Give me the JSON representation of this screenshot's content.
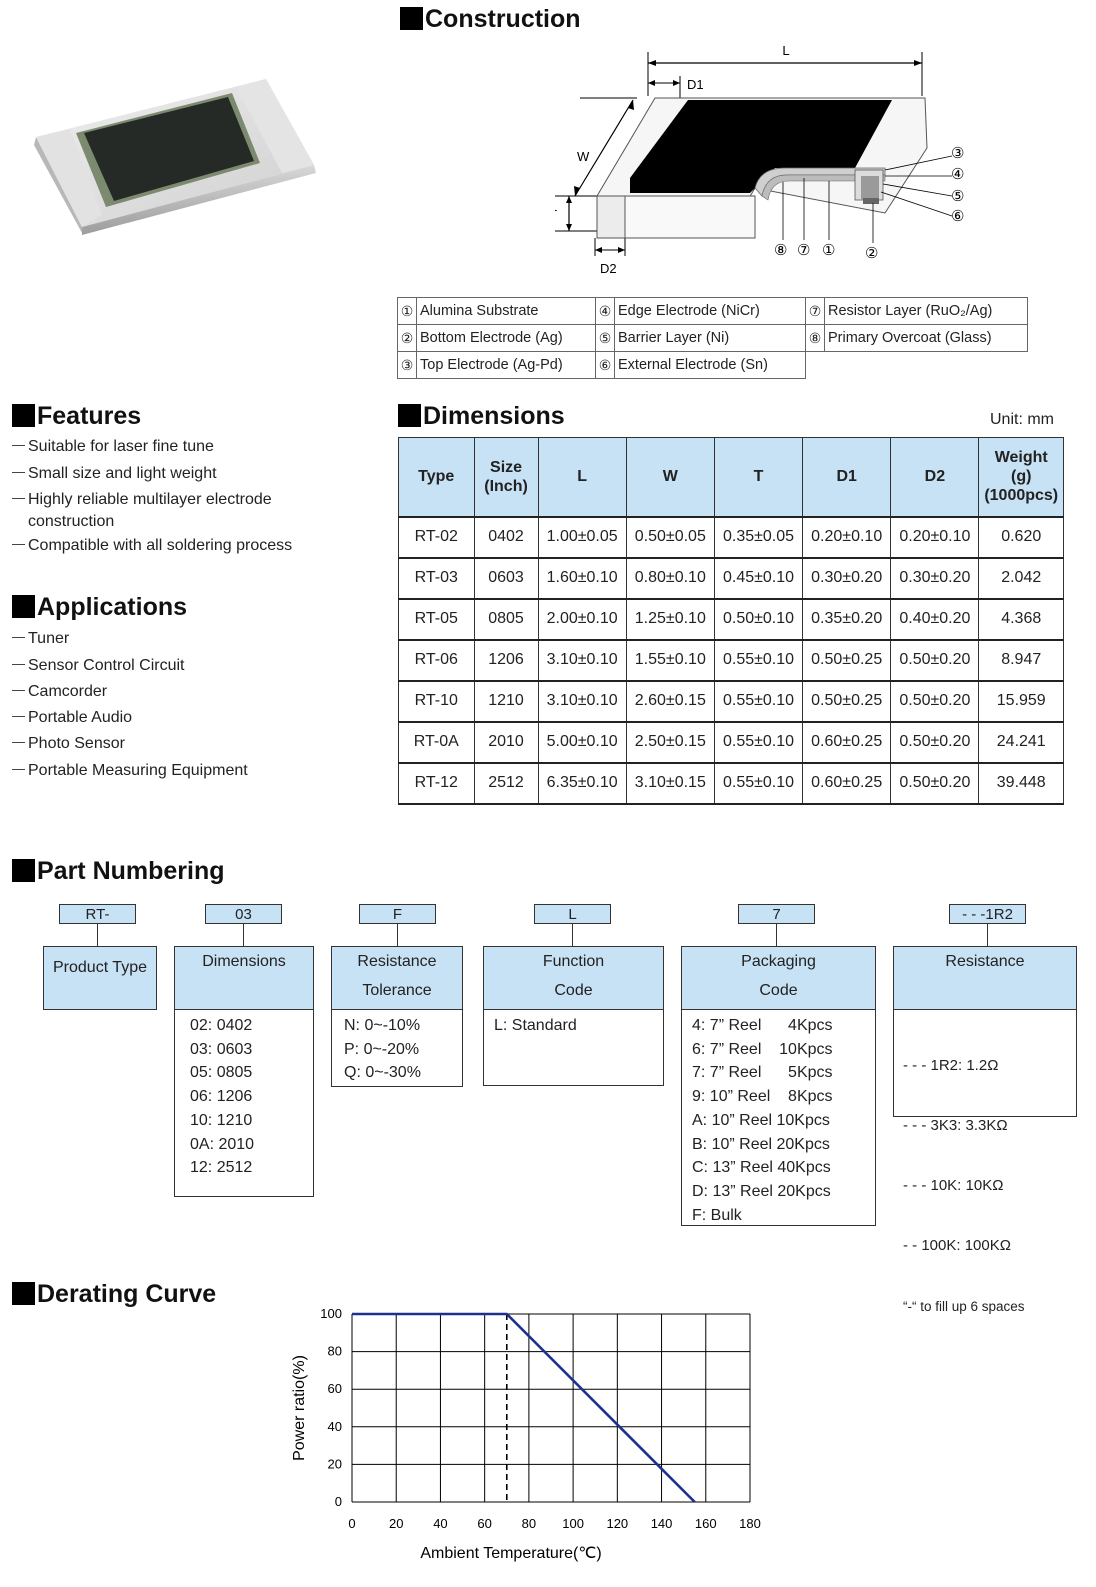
{
  "construction": {
    "title": "Construction",
    "dim_labels": {
      "L": "L",
      "W": "W",
      "T": "T",
      "D1": "D1",
      "D2": "D2"
    },
    "callouts": {
      "c1": "①",
      "c2": "②",
      "c3": "③",
      "c4": "④",
      "c5": "⑤",
      "c6": "⑥",
      "c7": "⑦",
      "c8": "⑧"
    },
    "legend": [
      [
        {
          "num": "①",
          "text": "Alumina Substrate"
        },
        {
          "num": "④",
          "text": "Edge Electrode (NiCr)"
        },
        {
          "num": "⑦",
          "text": "Resistor Layer (RuO₂/Ag)"
        }
      ],
      [
        {
          "num": "②",
          "text": "Bottom Electrode (Ag)"
        },
        {
          "num": "⑤",
          "text": "Barrier Layer (Ni)"
        },
        {
          "num": "⑧",
          "text": "Primary Overcoat (Glass)"
        }
      ],
      [
        {
          "num": "③",
          "text": "Top Electrode (Ag-Pd)"
        },
        {
          "num": "⑥",
          "text": "External Electrode (Sn)"
        }
      ]
    ]
  },
  "features": {
    "title": "Features",
    "items": [
      "Suitable for laser fine tune",
      "Small size and light weight",
      "Highly reliable multilayer electrode",
      "construction",
      "Compatible with all soldering process"
    ]
  },
  "applications": {
    "title": "Applications",
    "items": [
      "Tuner",
      "Sensor Control Circuit",
      "Camcorder",
      "Portable Audio",
      "Photo Sensor",
      "Portable Measuring Equipment"
    ]
  },
  "dimensions": {
    "title": "Dimensions",
    "unit": "Unit: mm",
    "headers": [
      "Type",
      "Size\n(Inch)",
      "L",
      "W",
      "T",
      "D1",
      "D2",
      "Weight\n(g)\n(1000pcs)"
    ],
    "rows": [
      [
        "RT-02",
        "0402",
        "1.00±0.05",
        "0.50±0.05",
        "0.35±0.05",
        "0.20±0.10",
        "0.20±0.10",
        "0.620"
      ],
      [
        "RT-03",
        "0603",
        "1.60±0.10",
        "0.80±0.10",
        "0.45±0.10",
        "0.30±0.20",
        "0.30±0.20",
        "2.042"
      ],
      [
        "RT-05",
        "0805",
        "2.00±0.10",
        "1.25±0.10",
        "0.50±0.10",
        "0.35±0.20",
        "0.40±0.20",
        "4.368"
      ],
      [
        "RT-06",
        "1206",
        "3.10±0.10",
        "1.55±0.10",
        "0.55±0.10",
        "0.50±0.25",
        "0.50±0.20",
        "8.947"
      ],
      [
        "RT-10",
        "1210",
        "3.10±0.10",
        "2.60±0.15",
        "0.55±0.10",
        "0.50±0.25",
        "0.50±0.20",
        "15.959"
      ],
      [
        "RT-0A",
        "2010",
        "5.00±0.10",
        "2.50±0.15",
        "0.55±0.10",
        "0.60±0.25",
        "0.50±0.20",
        "24.241"
      ],
      [
        "RT-12",
        "2512",
        "6.35±0.10",
        "3.10±0.15",
        "0.55±0.10",
        "0.60±0.25",
        "0.50±0.20",
        "39.448"
      ]
    ]
  },
  "part_numbering": {
    "title": "Part Numbering",
    "codes": [
      "RT-",
      "03",
      "F",
      "L",
      "7",
      "- - -1R2"
    ],
    "boxes": [
      {
        "head": "Product Type",
        "body": ""
      },
      {
        "head": "Dimensions",
        "body": "02: 0402\n03: 0603\n05: 0805\n06: 1206\n10: 1210\n0A: 2010\n12: 2512"
      },
      {
        "head": "Resistance\nTolerance",
        "body": "N: 0~-10%\nP: 0~-20%\nQ: 0~-30%"
      },
      {
        "head": "Function\nCode",
        "body": "L: Standard"
      },
      {
        "head": "Packaging\nCode",
        "body": "4: 7” Reel      4Kpcs\n6: 7” Reel    10Kpcs\n7: 7” Reel      5Kpcs\n9: 10” Reel    8Kpcs\nA: 10” Reel 10Kpcs\nB: 10” Reel 20Kpcs\nC: 13” Reel 40Kpcs\nD: 13” Reel 20Kpcs\nF: Bulk"
      },
      {
        "head": "Resistance",
        "lines": [
          "- - - 1R2: 1.2Ω",
          "- - - 3K3: 3.3KΩ",
          "- - - 10K: 10KΩ",
          "- - 100K: 100KΩ"
        ],
        "note": "“-“ to fill up 6 spaces"
      }
    ]
  },
  "derating": {
    "title": "Derating Curve",
    "chart_data": {
      "type": "line",
      "xlabel": "Ambient Temperature(℃)",
      "ylabel": "Power ratio(%)",
      "xlim": [
        0,
        180
      ],
      "ylim": [
        0,
        100
      ],
      "xticks": [
        "0",
        "20",
        "40",
        "60",
        "80",
        "100",
        "120",
        "140",
        "160",
        "180"
      ],
      "yticks": [
        "0",
        "20",
        "40",
        "60",
        "80",
        "100"
      ],
      "grid": true,
      "series": [
        {
          "x": [
            0,
            70,
            155
          ],
          "y": [
            100,
            100,
            0
          ]
        }
      ],
      "reference_line": {
        "x": 70,
        "style": "dashed"
      },
      "line_color": "#1f2f8c"
    }
  }
}
